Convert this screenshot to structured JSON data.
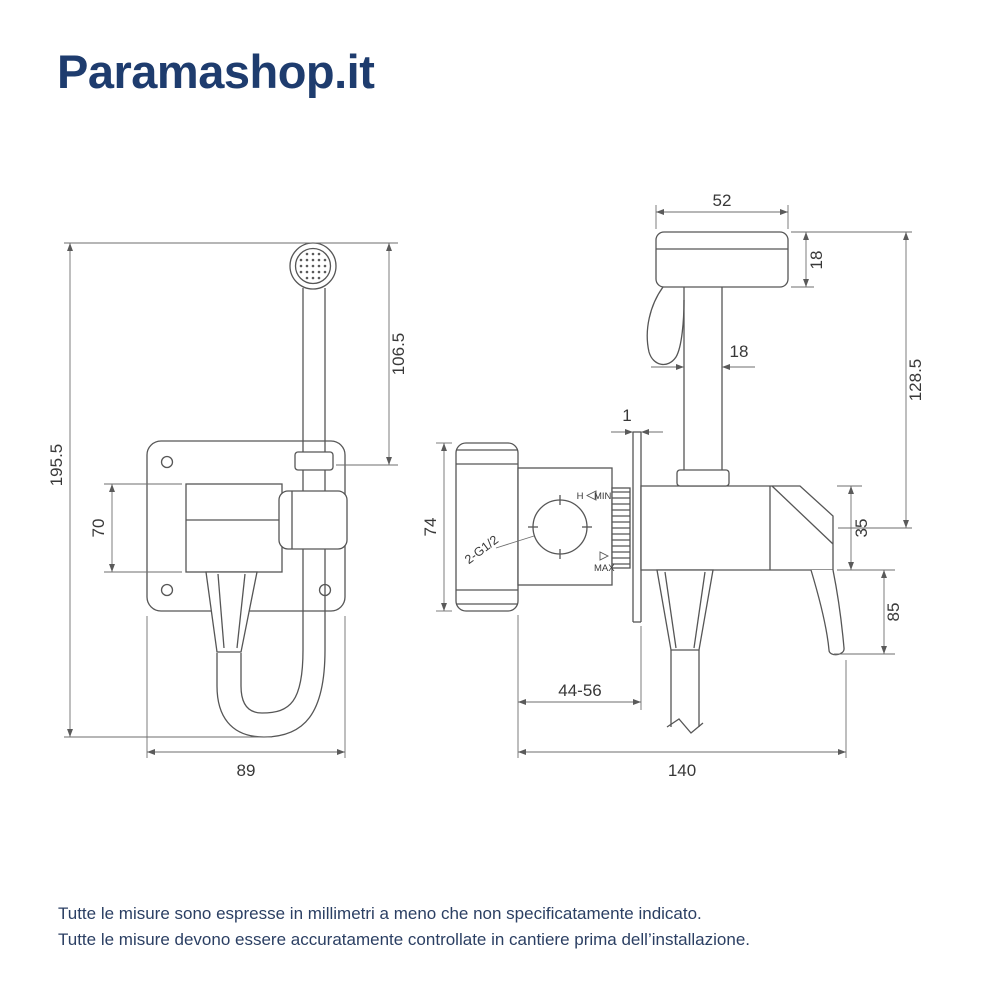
{
  "logo": {
    "text": "Paramashop.it"
  },
  "colors": {
    "brand": "#1e3c6e",
    "line": "#565656",
    "dim_line": "#6e6e6e",
    "text": "#383838"
  },
  "drawing": {
    "front": {
      "total_height": "195.5",
      "sprayer_height": "106.5",
      "body_height": "70",
      "width": "89"
    },
    "side": {
      "head_width": "52",
      "head_thickness": "18",
      "wand_diameter": "18",
      "total_height": "128.5",
      "flange_thickness": "1",
      "plate_height": "74",
      "thread_label": "2-G1/2",
      "label_h": "H",
      "label_min": "MIN",
      "label_max": "MAX",
      "body_depth": "35",
      "spout_drop": "85",
      "wall_depth_range": "44-56",
      "total_depth": "140"
    }
  },
  "footer": {
    "line1": "Tutte le misure sono espresse in millimetri a meno che non specificatamente indicato.",
    "line2": "Tutte le misure devono essere accuratamente controllate in cantiere prima dell’installazione."
  }
}
